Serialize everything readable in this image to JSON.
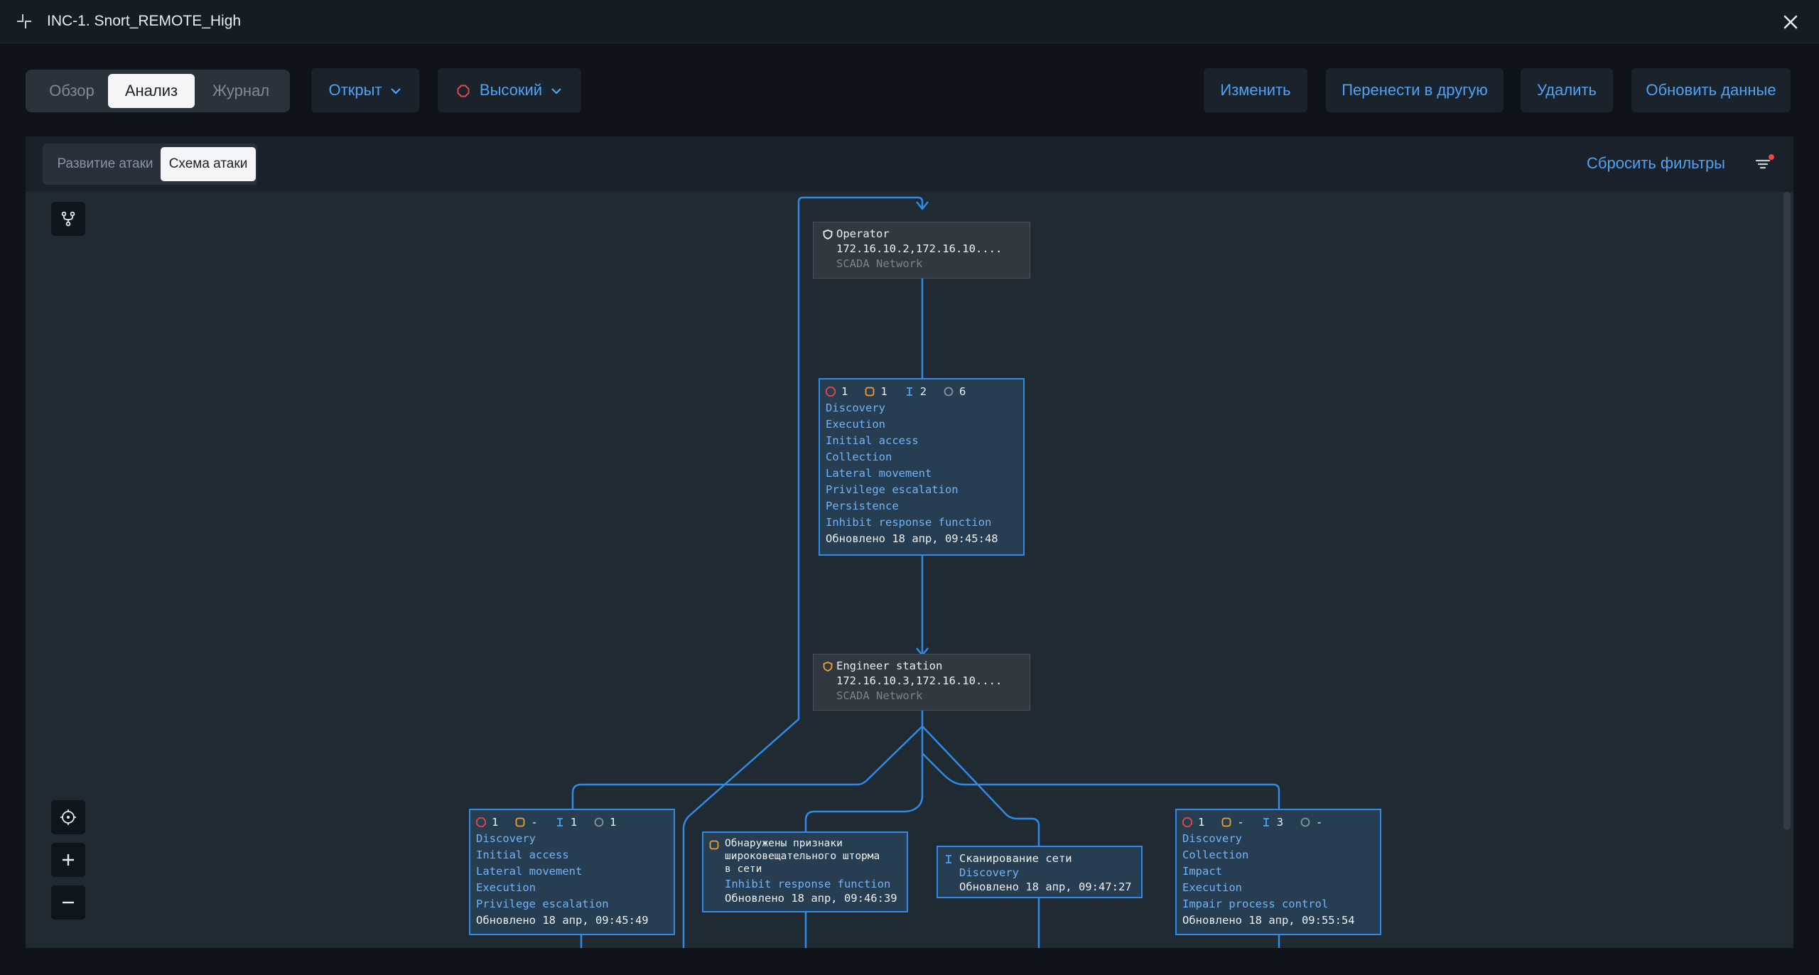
{
  "window": {
    "title": "INC-1. Snort_REMOTE_High"
  },
  "tabs": [
    {
      "label": "Обзор",
      "active": false
    },
    {
      "label": "Анализ",
      "active": true
    },
    {
      "label": "Журнал",
      "active": false
    }
  ],
  "status": {
    "label": "Открыт"
  },
  "severity": {
    "label": "Высокий",
    "color": "#e5484d"
  },
  "actions": {
    "edit": "Изменить",
    "move": "Перенести в другую",
    "delete": "Удалить",
    "refresh": "Обновить данные"
  },
  "subtabs": [
    {
      "label": "Развитие атаки",
      "active": false
    },
    {
      "label": "Схема атаки",
      "active": true
    }
  ],
  "filters": {
    "reset": "Сбросить фильтры",
    "active_dot_color": "#e5484d"
  },
  "colors": {
    "accent": "#4da3f5",
    "edge": "#2f8be6",
    "red": "#e5484d",
    "orange": "#f0a030",
    "gray": "#8a939c"
  },
  "nodes": {
    "operator": {
      "name": "Operator",
      "ip": "172.16.10.2,172.16.10....",
      "network": "SCADA Network",
      "icon": "shield-icon"
    },
    "group_main": {
      "counts": {
        "red": "1",
        "orange": "1",
        "blue": "2",
        "gray": "6"
      },
      "tactics": [
        "Discovery",
        "Execution",
        "Initial access",
        "Collection",
        "Lateral movement",
        "Privilege escalation",
        "Persistence",
        "Inhibit response function"
      ],
      "updated": "Обновлено 18 апр, 09:45:48"
    },
    "engineer": {
      "name": "Engineer station",
      "ip": "172.16.10.3,172.16.10....",
      "network": "SCADA Network",
      "icon": "shield-icon"
    },
    "group_left": {
      "counts": {
        "red": "1",
        "orange": "-",
        "blue": "1",
        "gray": "1"
      },
      "tactics": [
        "Discovery",
        "Initial access",
        "Lateral movement",
        "Execution",
        "Privilege escalation"
      ],
      "updated": "Обновлено 18 апр, 09:45:49"
    },
    "broadcast": {
      "desc": [
        "Обнаружены признаки",
        "широковещательного шторма",
        "в сети"
      ],
      "tactic": "Inhibit response function",
      "updated": "Обновлено 18 апр, 09:46:39"
    },
    "scan": {
      "desc": "Сканирование сети",
      "tactic": "Discovery",
      "updated": "Обновлено 18 апр, 09:47:27"
    },
    "group_right": {
      "counts": {
        "red": "1",
        "orange": "-",
        "blue": "3",
        "gray": "-"
      },
      "tactics": [
        "Discovery",
        "Collection",
        "Impact",
        "Execution",
        "Impair process control"
      ],
      "updated": "Обновлено 18 апр, 09:55:54"
    }
  }
}
